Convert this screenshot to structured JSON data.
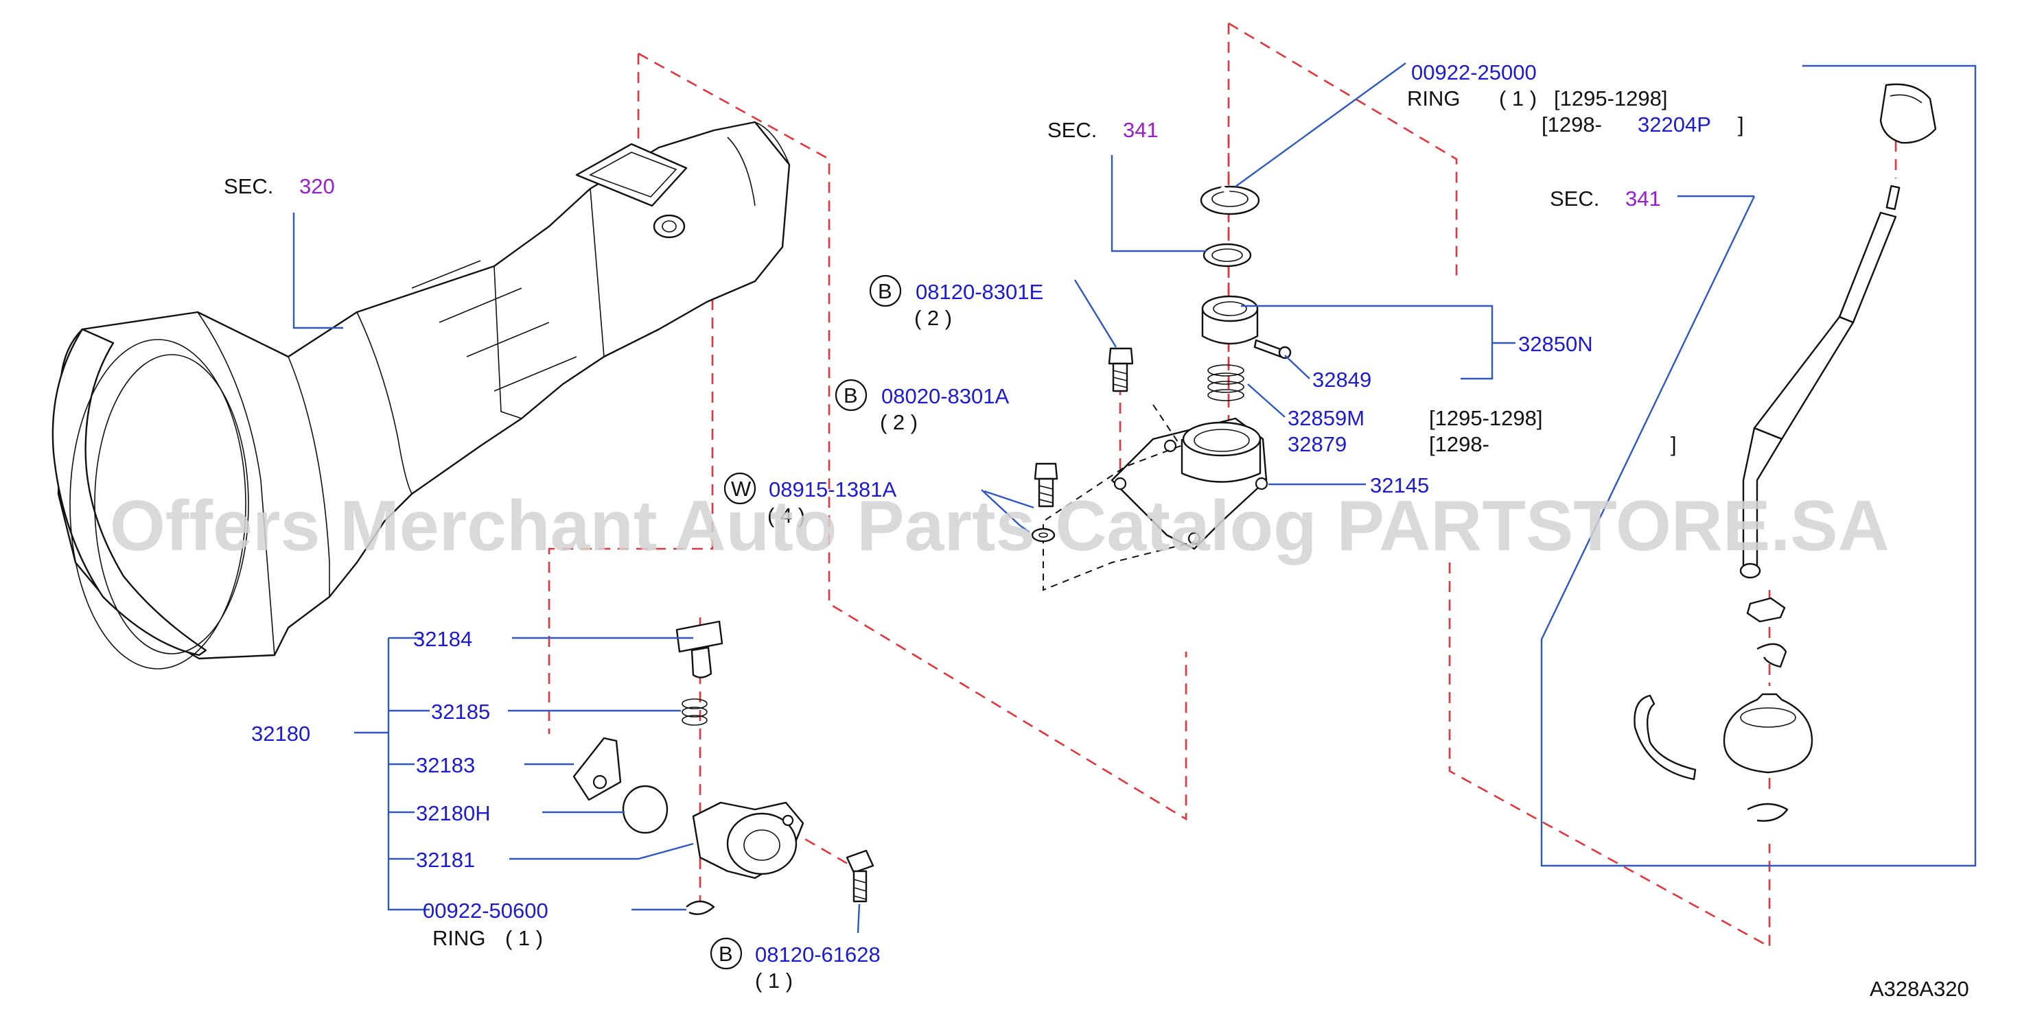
{
  "watermark": "Offers Merchant Auto Parts Catalog PARTSTORE.SA",
  "diagram_code": "A328A320",
  "sections": {
    "sec_320": {
      "prefix": "SEC.",
      "num": "320"
    },
    "sec_341_mid": {
      "prefix": "SEC.",
      "num": "341"
    },
    "sec_341_right": {
      "prefix": "SEC.",
      "num": "341"
    }
  },
  "parts": {
    "p00922_25000": {
      "number": "00922-25000",
      "name": "RING",
      "qty": "( 1 )",
      "range1": "[1295-1298]",
      "range2_start": "[1298-",
      "alt_number": "32204P",
      "range2_end": "]"
    },
    "p08120_8301e": {
      "badge": "B",
      "number": "08120-8301E",
      "qty": "( 2 )"
    },
    "p08020_8301a": {
      "badge": "B",
      "number": "08020-8301A",
      "qty": "( 2 )"
    },
    "p08915_1381a": {
      "badge": "W",
      "number": "08915-1381A",
      "qty": "( 4 )"
    },
    "p32850n": {
      "number": "32850N"
    },
    "p32849": {
      "number": "32849"
    },
    "p32859m": {
      "number": "32859M",
      "range": "[1295-1298]"
    },
    "p32879": {
      "number": "32879",
      "range": "[1298-",
      "range_end": "]"
    },
    "p32145": {
      "number": "32145"
    },
    "p32180": {
      "number": "32180"
    },
    "p32184": {
      "number": "32184"
    },
    "p32185": {
      "number": "32185"
    },
    "p32183": {
      "number": "32183"
    },
    "p32180h": {
      "number": "32180H"
    },
    "p32181": {
      "number": "32181"
    },
    "p00922_50600": {
      "number": "00922-50600",
      "name": "RING",
      "qty": "( 1 )"
    },
    "p08120_61628": {
      "badge": "B",
      "number": "08120-61628",
      "qty": "( 1 )"
    }
  },
  "colors": {
    "part_number": "#1a1ad8",
    "section_number": "#9a1ecf",
    "leader": "#2b57c9",
    "alignment_dash": "#e8333a"
  }
}
